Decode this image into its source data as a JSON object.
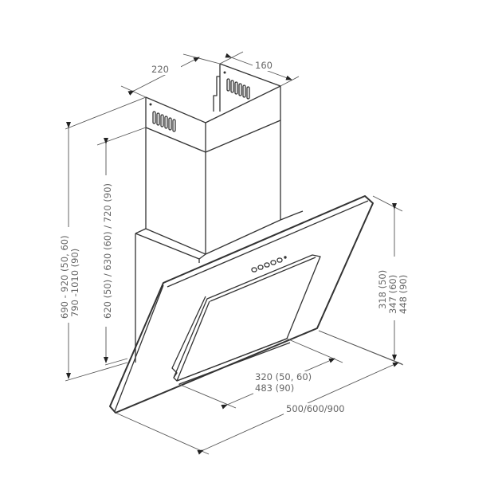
{
  "figure": {
    "subject": "Inclined wall-mounted cooker hood with chimney — dimension drawing",
    "line_color": "#333333",
    "label_color": "#666666",
    "background": "#ffffff"
  },
  "dimensions": {
    "chimney_width": "220",
    "chimney_depth": "160",
    "total_height_line1": "690 - 920 (50, 60)",
    "total_height_line2": "790 -1010 (90)",
    "chimney_height": "620 (50) / 630 (60) / 720 (90)",
    "hood_height_line1": "318 (50)",
    "hood_height_line2": "347 (60)",
    "hood_height_line3": "448 (90)",
    "hood_depth_line1": "320 (50, 60)",
    "hood_depth_line2": "483 (90)",
    "hood_width": "500/600/900"
  }
}
